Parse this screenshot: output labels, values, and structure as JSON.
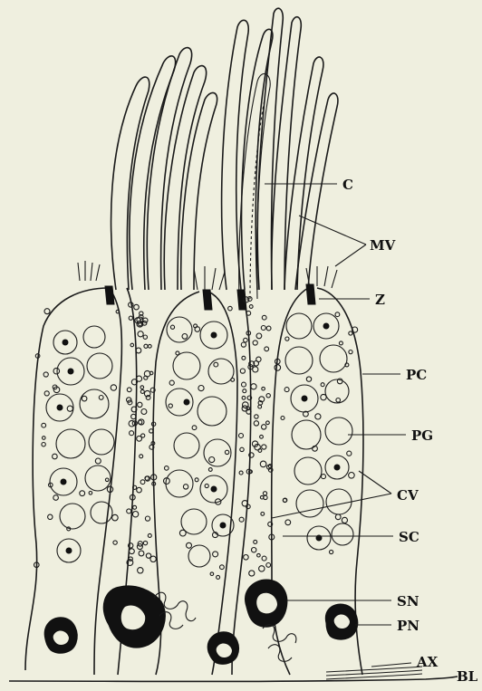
{
  "figure": {
    "background_color": "#efefdf",
    "ink_color": "#111111"
  },
  "labels": {
    "C": "C",
    "MV": "MV",
    "Z": "Z",
    "PC": "PC",
    "PG": "PG",
    "CV": "CV",
    "SC": "SC",
    "SN": "SN",
    "PN": "PN",
    "AX": "AX",
    "BL": "BL"
  }
}
